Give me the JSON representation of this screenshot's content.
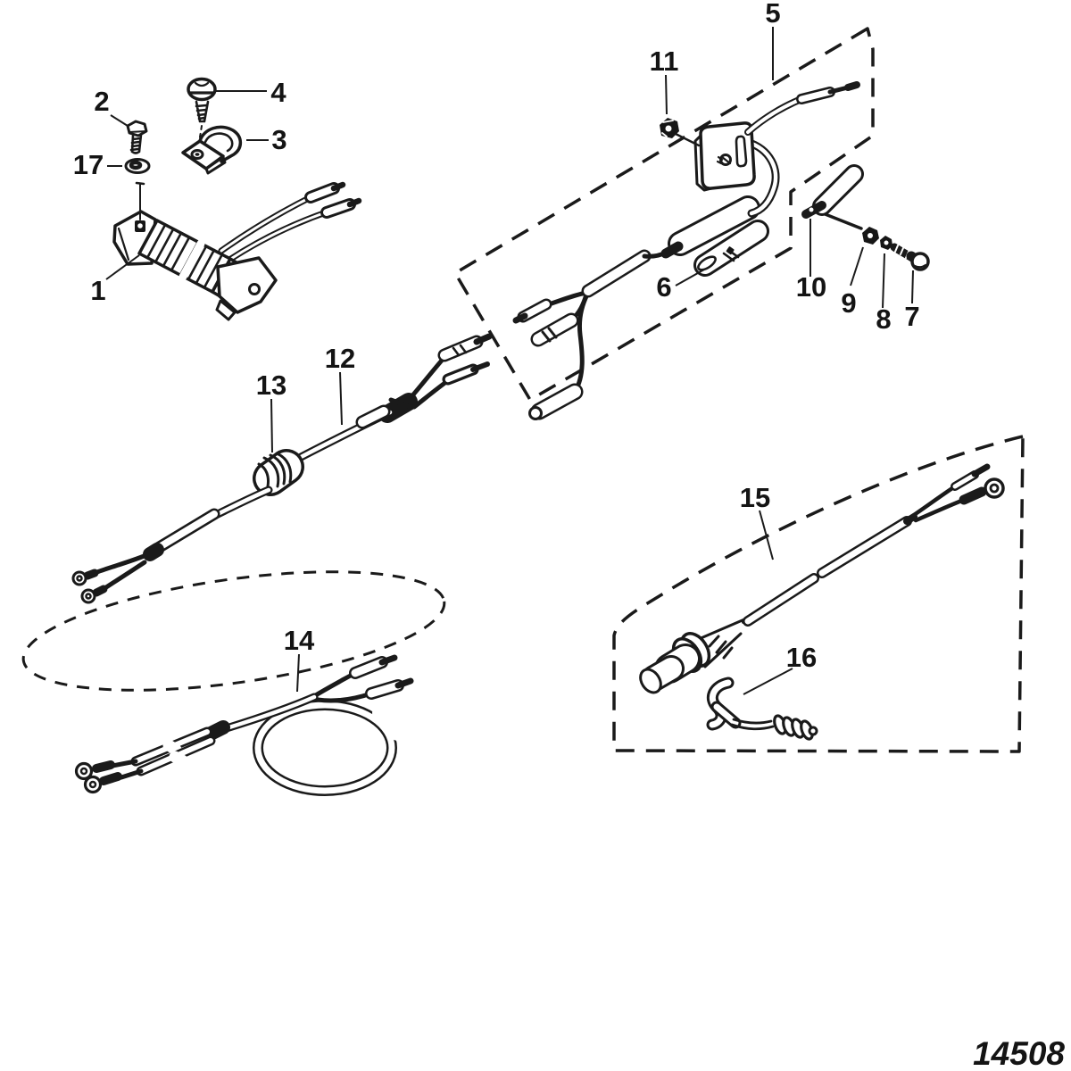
{
  "diagram": {
    "number": "14508",
    "ink_color": "#1a1a1a",
    "background_color": "#ffffff"
  },
  "callouts": [
    {
      "label": "1"
    },
    {
      "label": "2"
    },
    {
      "label": "3"
    },
    {
      "label": "4"
    },
    {
      "label": "5"
    },
    {
      "label": "6"
    },
    {
      "label": "7"
    },
    {
      "label": "8"
    },
    {
      "label": "9"
    },
    {
      "label": "10"
    },
    {
      "label": "11"
    },
    {
      "label": "12"
    },
    {
      "label": "13"
    },
    {
      "label": "14"
    },
    {
      "label": "15"
    },
    {
      "label": "16"
    },
    {
      "label": "17"
    }
  ]
}
